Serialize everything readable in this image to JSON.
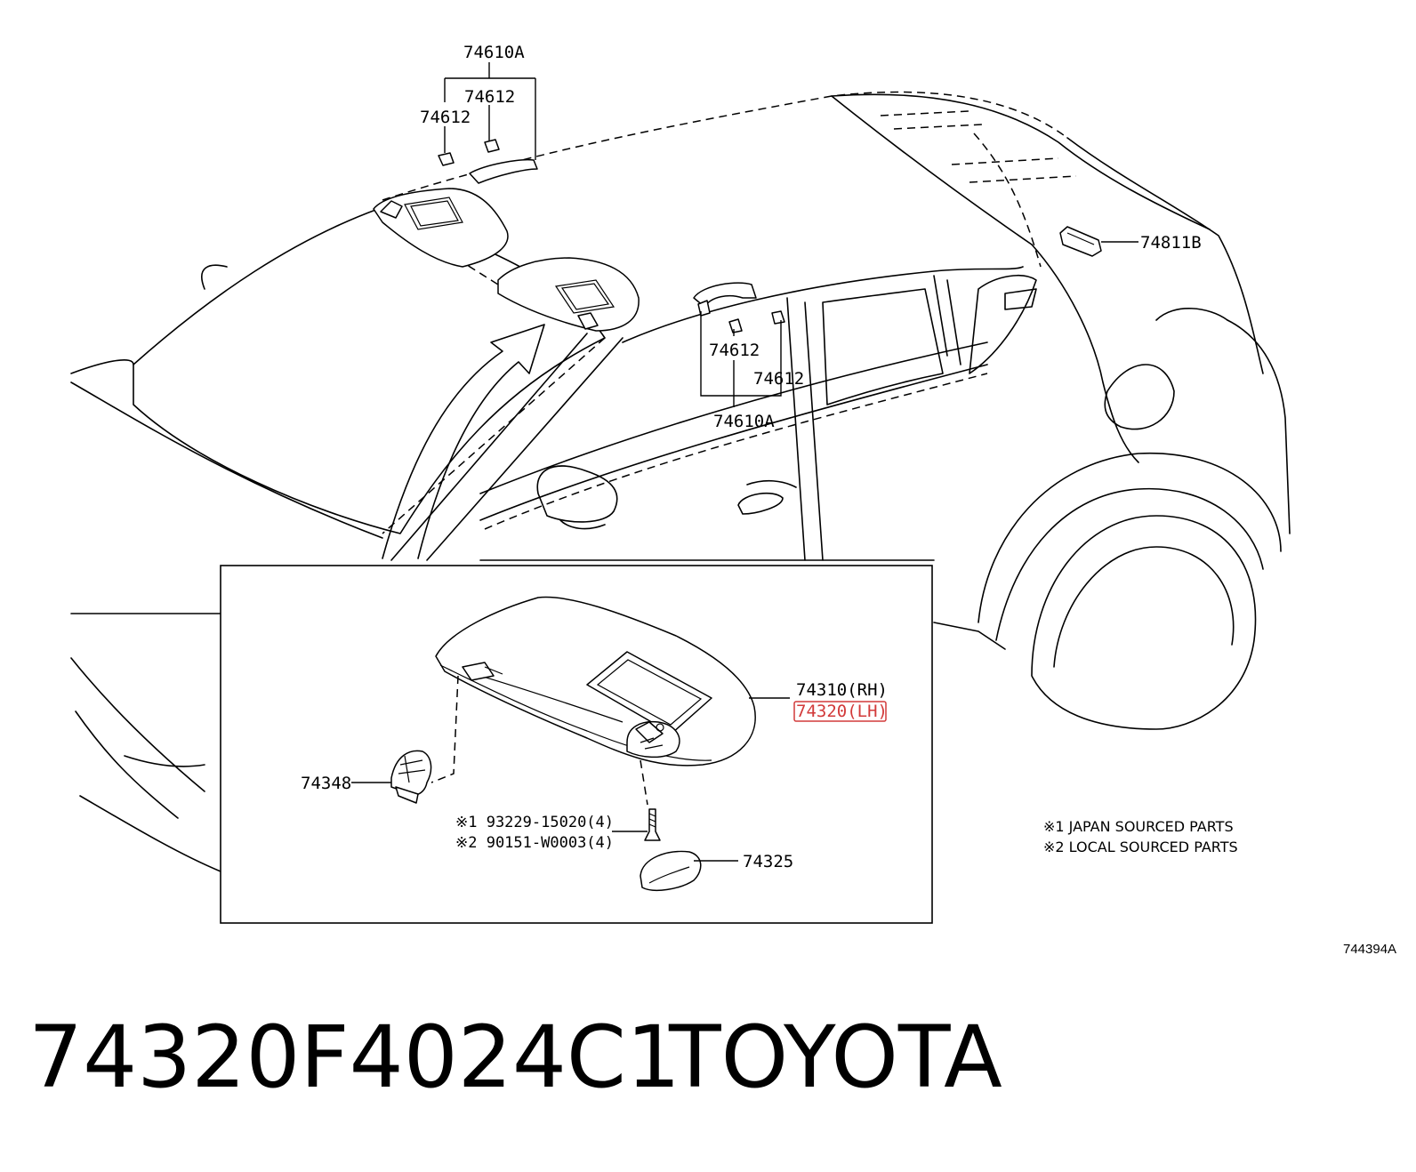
{
  "callouts": {
    "c74610A_top": "74610A",
    "c74612_top_right": "74612",
    "c74612_top_left": "74612",
    "c74811B": "74811B",
    "c74612_mid_a": "74612",
    "c74612_mid_b": "74612",
    "c74610A_mid": "74610A",
    "c74310": "74310(RH)",
    "c74320": "74320(LH)",
    "c74348": "74348",
    "c93229": "※1 93229-15020(4)",
    "c90151": "※2 90151-W0003(4)",
    "c74325": "74325"
  },
  "notes": {
    "n1": "※1 JAPAN SOURCED PARTS",
    "n2": "※2 LOCAL SOURCED PARTS"
  },
  "diagram_ref": "744394A",
  "part_number": "74320F4024C1",
  "brand": "TOYOTA",
  "colors": {
    "highlight": "#d23a3a",
    "line": "#000000",
    "background": "#ffffff"
  }
}
